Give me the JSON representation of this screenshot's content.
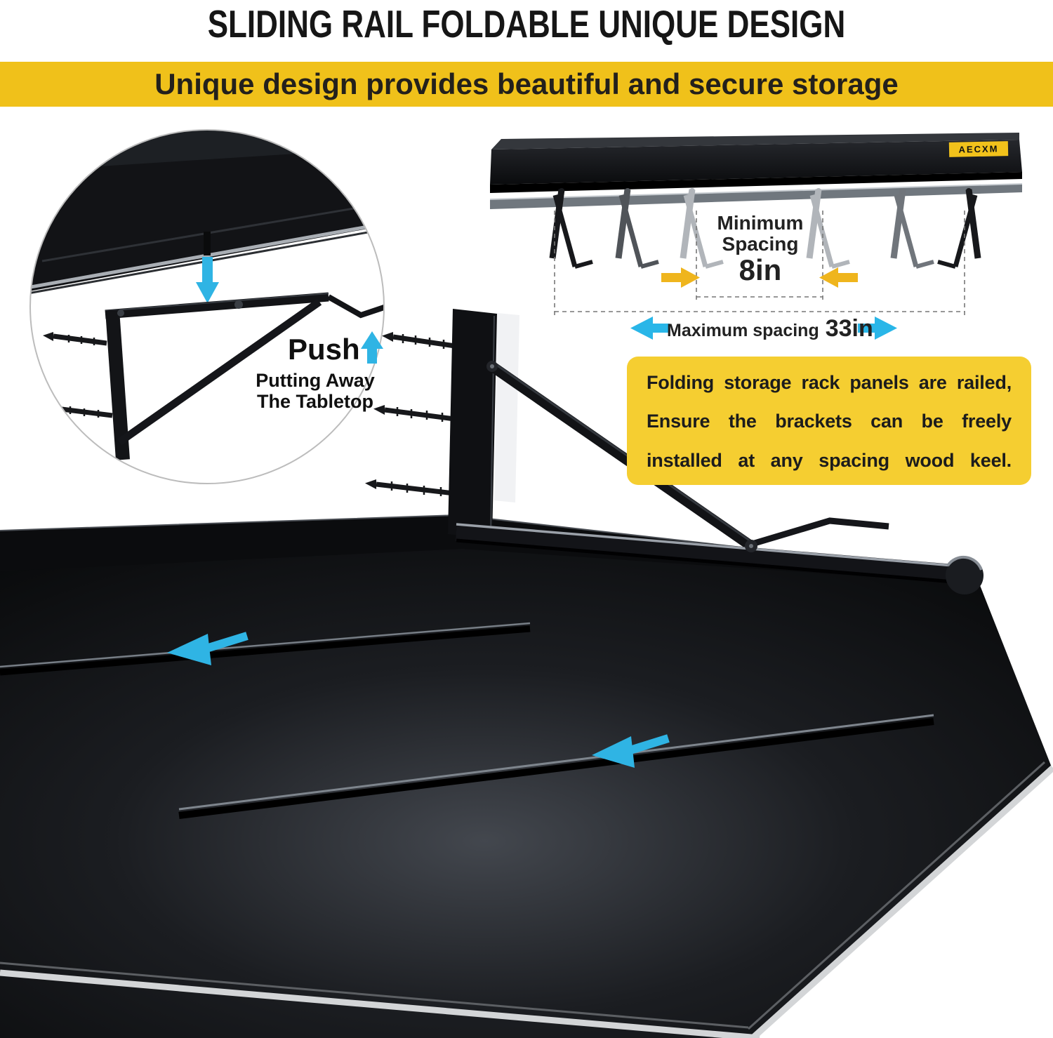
{
  "title": "SLIDING RAIL FOLDABLE UNIQUE DESIGN",
  "banner": {
    "text": "Unique design provides beautiful and secure storage"
  },
  "inset": {
    "push": "Push",
    "caption1": "Putting Away",
    "caption2": "The Tabletop"
  },
  "rack": {
    "brand": "AECXM",
    "min_line1": "Minimum",
    "min_line2": "Spacing",
    "min_value": "8in",
    "max_label": "Maximum spacing",
    "max_value": "33in"
  },
  "info_box": {
    "line1": "Folding storage rack panels are railed,",
    "line2": "Ensure the brackets can be freely",
    "line3": "installed at any spacing wood keel."
  },
  "colors": {
    "accent_yellow": "#F0C11A",
    "info_box_yellow": "#F5CE31",
    "arrow_cyan": "#2FB4E4",
    "arrow_yellow": "#EFB51D",
    "panel_black": "#111214",
    "text_dark": "#1C1C1C"
  }
}
